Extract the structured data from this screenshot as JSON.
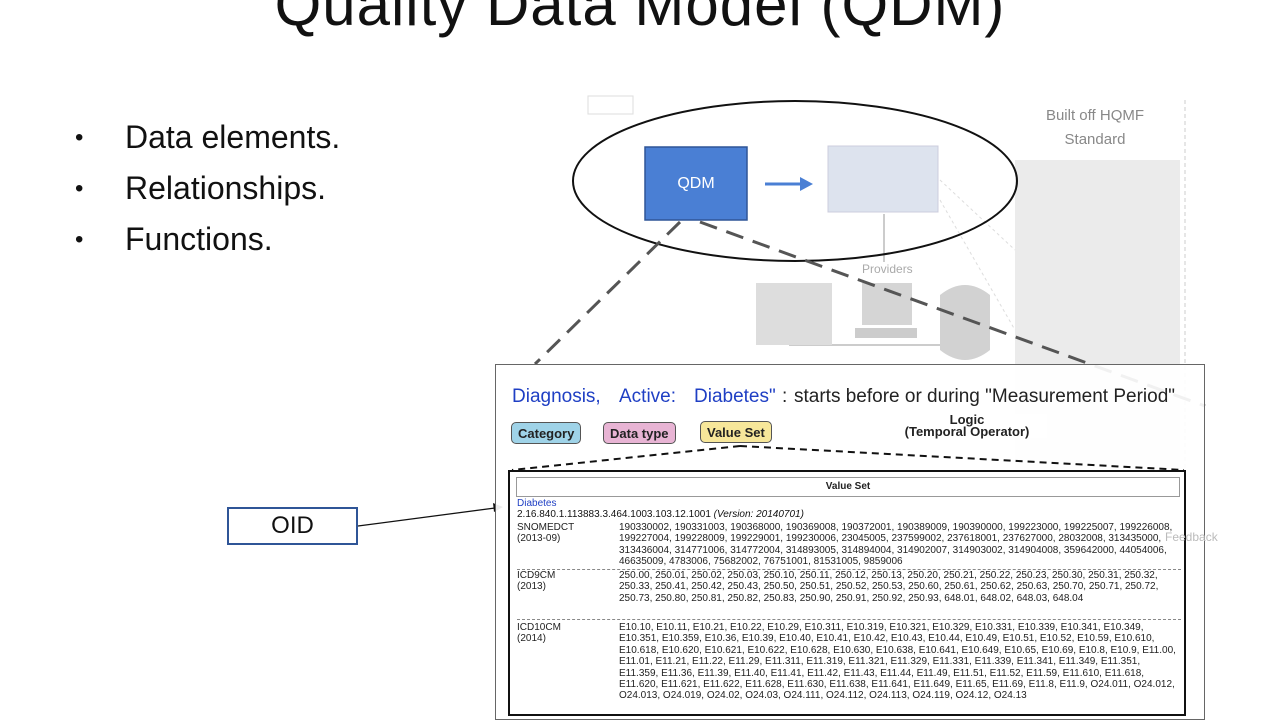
{
  "slide": {
    "title": "Quality Data Model (QDM)",
    "bullets": [
      "Data elements.",
      "Relationships.",
      "Functions."
    ],
    "oid_label": "OID"
  },
  "diagram": {
    "qdm_box": "QDM",
    "hqmf_line1": "Built off HQMF",
    "hqmf_line2": "Standard",
    "providers": "Providers",
    "feedback": "Feedback"
  },
  "criterion": {
    "part1": "Diagnosis,",
    "part2": "Active:",
    "part3": "Diabetes\"",
    "colon": ":",
    "logic_text": "starts before or during \"Measurement Period\"",
    "tags": {
      "category": "Category",
      "data_type": "Data type",
      "value_set": "Value Set"
    },
    "logic_line1": "Logic",
    "logic_line2": "(Temporal Operator)"
  },
  "value_set": {
    "header": "Value Set",
    "name": "Diabetes",
    "oid": "2.16.840.1.113883.3.464.1003.103.12.1001",
    "version": "(Version: 20140701)",
    "rows": [
      {
        "system": "SNOMEDCT",
        "version": "(2013-09)",
        "codes": "190330002, 190331003, 190368000, 190369008, 190372001, 190389009, 190390000, 199223000, 199225007, 199226008, 199227004, 199228009, 199229001, 199230006, 23045005, 237599002, 237618001, 237627000, 28032008, 313435000, 313436004, 314771006, 314772004, 314893005, 314894004, 314902007, 314903002, 314904008, 359642000, 44054006, 46635009, 4783006, 75682002, 76751001, 81531005, 9859006"
      },
      {
        "system": "ICD9CM",
        "version": "(2013)",
        "codes": "250.00, 250.01, 250.02, 250.03, 250.10, 250.11, 250.12, 250.13, 250.20, 250.21, 250.22, 250.23, 250.30, 250.31, 250.32, 250.33, 250.41, 250.42, 250.43, 250.50, 250.51, 250.52, 250.53, 250.60, 250.61, 250.62, 250.63, 250.70, 250.71, 250.72, 250.73, 250.80, 250.81, 250.82, 250.83, 250.90, 250.91, 250.92, 250.93, 648.01, 648.02, 648.03, 648.04"
      },
      {
        "system": "ICD10CM",
        "version": "(2014)",
        "codes": "E10.10, E10.11, E10.21, E10.22, E10.29, E10.311, E10.319, E10.321, E10.329, E10.331, E10.339, E10.341, E10.349, E10.351, E10.359, E10.36, E10.39, E10.40, E10.41, E10.42, E10.43, E10.44, E10.49, E10.51, E10.52, E10.59, E10.610, E10.618, E10.620, E10.621, E10.622, E10.628, E10.630, E10.638, E10.641, E10.649, E10.65, E10.69, E10.8, E10.9, E11.00, E11.01, E11.21, E11.22, E11.29, E11.311, E11.319, E11.321, E11.329, E11.331, E11.339, E11.341, E11.349, E11.351, E11.359, E11.36, E11.39, E11.40, E11.41, E11.42, E11.43, E11.44, E11.49, E11.51, E11.52, E11.59, E11.610, E11.618, E11.620, E11.621, E11.622, E11.628, E11.630, E11.638, E11.641, E11.649, E11.65, E11.69, E11.8, E11.9, O24.011, O24.012, O24.013, O24.019, O24.02, O24.03, O24.111, O24.112, O24.113, O24.119, O24.12, O24.13"
      }
    ]
  },
  "colors": {
    "qdm_box": "#4a7fd4",
    "oid_border": "#2f5597",
    "link_blue": "#1f3fc4",
    "category_tag": "#9fd3e8",
    "data_type_tag": "#e8b4d4",
    "value_set_tag": "#f7e79a"
  }
}
